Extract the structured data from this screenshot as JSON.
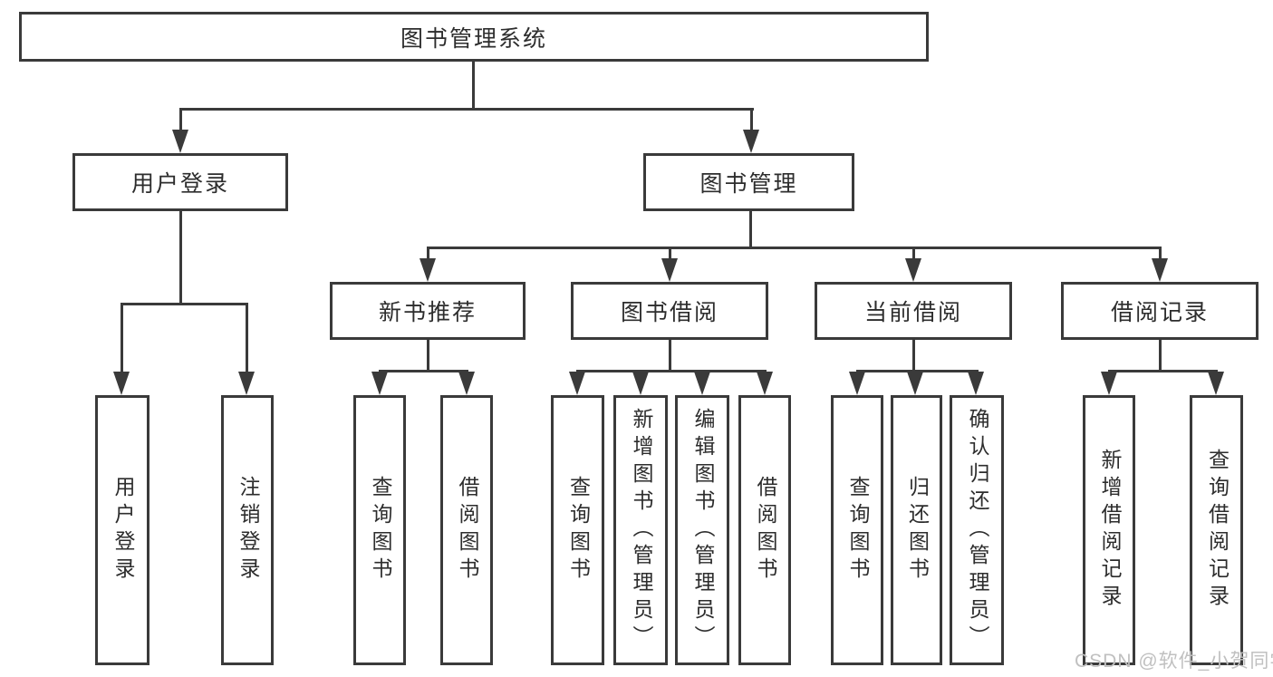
{
  "colors": {
    "line": "#3a3a3a",
    "text": "#2d2d2d",
    "watermark": "#c0c0c0",
    "background": "#ffffff"
  },
  "watermark": {
    "text": "CSDN @软件_小贺同学"
  },
  "tree": {
    "root": {
      "label": "图书管理系统"
    },
    "branches": [
      {
        "label": "用户登录",
        "children": [
          {
            "label": "用户登录"
          },
          {
            "label": "注销登录"
          }
        ]
      },
      {
        "label": "图书管理",
        "sections": [
          {
            "label": "新书推荐",
            "children": [
              {
                "label": "查询图书"
              },
              {
                "label": "借阅图书"
              }
            ]
          },
          {
            "label": "图书借阅",
            "children": [
              {
                "label": "查询图书"
              },
              {
                "label": "新增图书（管理员）"
              },
              {
                "label": "编辑图书（管理员）"
              },
              {
                "label": "借阅图书"
              }
            ]
          },
          {
            "label": "当前借阅",
            "children": [
              {
                "label": "查询图书"
              },
              {
                "label": "归还图书"
              },
              {
                "label": "确认归还（管理员）"
              }
            ]
          },
          {
            "label": "借阅记录",
            "children": [
              {
                "label": "新增借阅记录"
              },
              {
                "label": "查询借阅记录"
              }
            ]
          }
        ]
      }
    ]
  }
}
